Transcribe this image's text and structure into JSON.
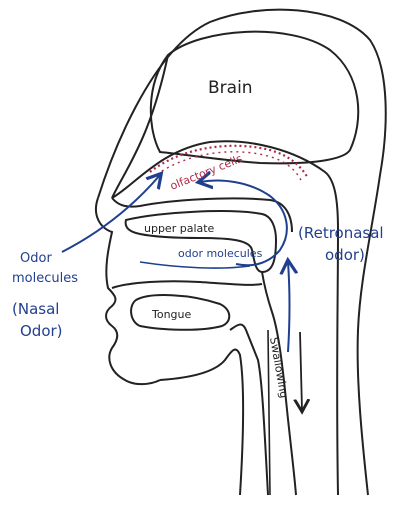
{
  "labels": {
    "brain": "Brain",
    "olfactory_cells": "olfactory cells",
    "upper_palate": "upper palate",
    "odor_molecules_inner": "odor molecules",
    "odor_molecules_left_1": "Odor",
    "odor_molecules_left_2": "molecules",
    "nasal_odor_1": "(Nasal",
    "nasal_odor_2": "Odor)",
    "retronasal_1": "(Retronasal",
    "retronasal_2": "odor)",
    "tongue": "Tongue",
    "swallowing": "Swallowing"
  },
  "colors": {
    "outline": "#222222",
    "arrow_blue": "#1f3f8f",
    "olfactory_red": "#b0284a",
    "label_blue": "#23408f",
    "label_dark": "#222222"
  }
}
